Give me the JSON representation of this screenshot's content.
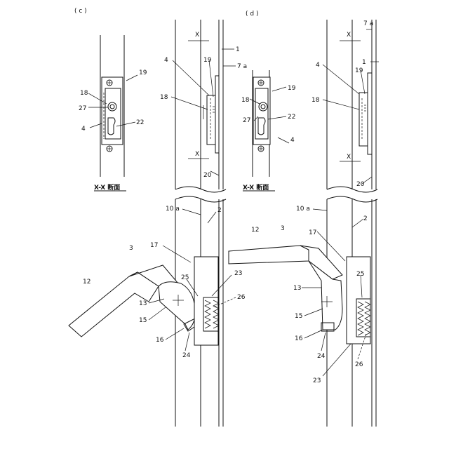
{
  "panels": {
    "c": {
      "label": "( c )"
    },
    "d": {
      "label": "( d )"
    }
  },
  "captions": {
    "c_section": "X-X 断面",
    "d_section": "X-X 断面"
  },
  "section_marks": {
    "c_top": "X",
    "c_bottom": "X",
    "d_top": "X",
    "d_bottom": "X"
  },
  "reference_numerals": {
    "c_detail": [
      "19",
      "18",
      "27",
      "22",
      "4"
    ],
    "d_detail": [
      "19",
      "18",
      "27",
      "22",
      "4"
    ],
    "c_frame": [
      "1",
      "7 a",
      "4",
      "19",
      "18",
      "20",
      "10 a",
      "2",
      "17",
      "3",
      "12",
      "13",
      "15",
      "16",
      "24",
      "25",
      "23",
      "26"
    ],
    "d_frame": [
      "7 a",
      "1",
      "4",
      "19",
      "18",
      "20",
      "10 a",
      "2",
      "12",
      "3",
      "17",
      "13",
      "15",
      "16",
      "24",
      "25",
      "23",
      "26"
    ]
  },
  "colors": {
    "line": "#111111",
    "background": "#ffffff"
  }
}
